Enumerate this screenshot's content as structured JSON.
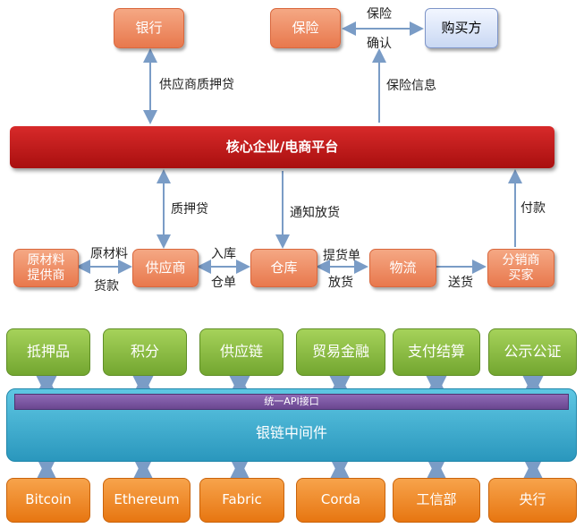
{
  "flow": {
    "bank": "银行",
    "insurance": "保险",
    "buyer": "购买方",
    "core": "核心企业/电商平台",
    "raw_supplier": "原材料\n提供商",
    "supplier": "供应商",
    "warehouse": "仓库",
    "logistics": "物流",
    "distributor": "分销商\n买家",
    "label_pledge_loan": "供应商质押贷",
    "label_insure": "保险",
    "label_confirm": "确认",
    "label_insurance_info": "保险信息",
    "label_pledge": "质押贷",
    "label_notify_release": "通知放货",
    "label_pay": "付款",
    "label_raw_material": "原材料",
    "label_goods_payment": "货款",
    "label_inbound": "入库",
    "label_warehouse_receipt": "仓单",
    "label_bill_of_lading": "提货单",
    "label_release": "放货",
    "label_delivery": "送货"
  },
  "stack": {
    "apps": [
      "抵押品",
      "积分",
      "供应链",
      "贸易金融",
      "支付结算",
      "公示公证"
    ],
    "api": "统一API接口",
    "middleware": "银链中间件",
    "chains": [
      "Bitcoin",
      "Ethereum",
      "Fabric",
      "Corda",
      "工信部",
      "央行"
    ]
  },
  "colors": {
    "arrow": "#7a9cc6",
    "flow_box": "#ee8a5f",
    "core_bar": "#c01717",
    "app_box": "#8cbf45",
    "middleware": "#3aaed4",
    "api_bar": "#7b56a3",
    "chain_box": "#f08c2c"
  }
}
